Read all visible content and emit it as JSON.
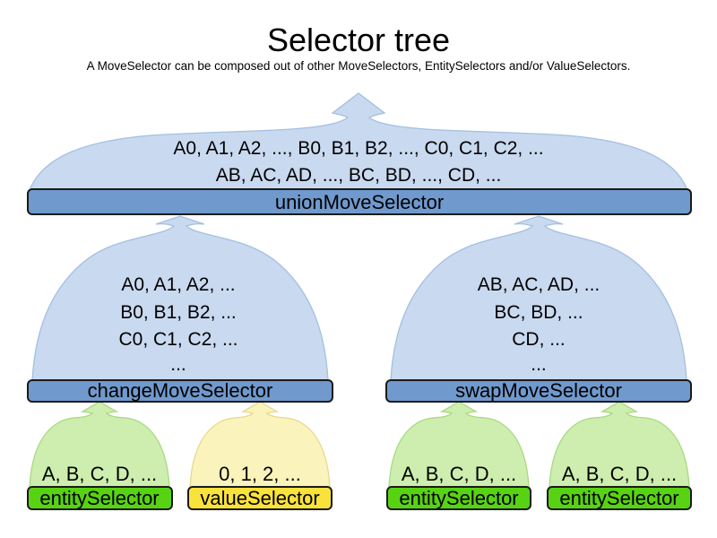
{
  "title": "Selector tree",
  "subtitle": "A MoveSelector can be composed out of other MoveSelectors, EntitySelectors and/or ValueSelectors.",
  "colors": {
    "dome_blue": "#c9d9ef",
    "bar_blue": "#7099cd",
    "dome_green": "#cdeeae",
    "bar_green": "#58d313",
    "dome_yellow": "#faf3bb",
    "bar_yellow": "#fae23c"
  },
  "tree": {
    "union": {
      "lines": [
        "A0, A1, A2, ..., B0, B1, B2, ..., C0, C1, C2, ...",
        "AB, AC, AD, ..., BC, BD, ..., CD, ..."
      ],
      "label": "unionMoveSelector"
    },
    "change": {
      "lines": [
        "A0, A1, A2, ...",
        "B0, B1, B2, ...",
        "C0, C1, C2, ...",
        "..."
      ],
      "label": "changeMoveSelector"
    },
    "swap": {
      "lines": [
        "AB, AC, AD, ...",
        "BC, BD, ...",
        "CD, ...",
        "..."
      ],
      "label": "swapMoveSelector"
    },
    "leaves": [
      {
        "line": "A, B, C, D, ...",
        "label": "entitySelector"
      },
      {
        "line": "0, 1, 2, ...",
        "label": "valueSelector"
      },
      {
        "line": "A, B, C, D, ...",
        "label": "entitySelector"
      },
      {
        "line": "A, B, C, D, ...",
        "label": "entitySelector"
      }
    ]
  }
}
